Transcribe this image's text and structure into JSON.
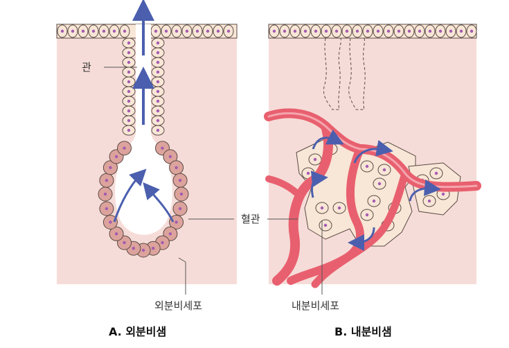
{
  "labels": {
    "duct": "관",
    "blood_vessel": "혈관",
    "exocrine_cell": "외분비세포",
    "endocrine_cell": "내분비세포"
  },
  "captions": {
    "a": "A. 외분비샘",
    "b": "B. 내분비샘"
  },
  "colors": {
    "tissue_bg": "#f6dcd8",
    "surface_cell": "#f8e6d6",
    "cell_outline": "#5a4a44",
    "nucleus": "#a45bb0",
    "secretory_cell": "#dca39c",
    "vessel": "#e8606f",
    "arrow": "#4b5fae",
    "leader_line": "#555555"
  },
  "icons": [
    "upward-flow-arrow-icon",
    "secretion-curved-arrow-icon"
  ]
}
